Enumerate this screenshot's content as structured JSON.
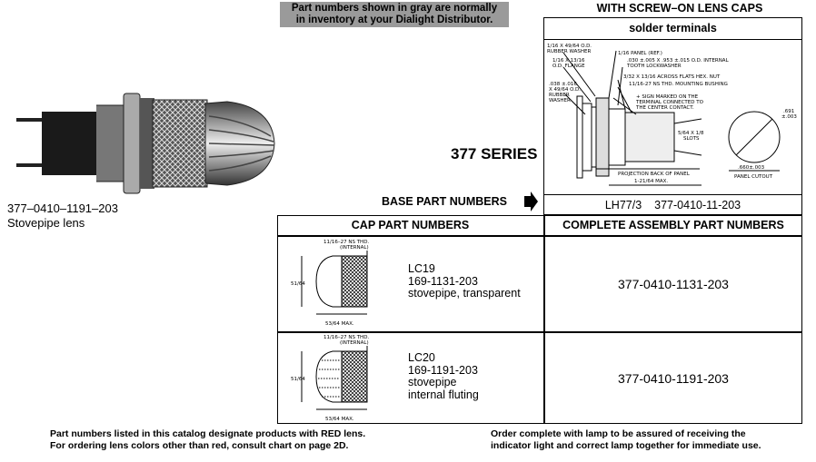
{
  "top_note": {
    "line1": "Part numbers shown in gray are normally",
    "line2": "in inventory at your Dialight Distributor."
  },
  "header_right": "WITH SCREW–ON LENS CAPS",
  "terminal_header": "solder terminals",
  "series_title": "377 SERIES",
  "base_part_label": "BASE PART NUMBERS",
  "base_part_value": {
    "lh": "LH77/3",
    "pn": "377-0410-11-203"
  },
  "photo_caption": {
    "part": "377–0410–1191–203",
    "desc": "Stovepipe lens"
  },
  "cap_header": "CAP PART NUMBERS",
  "assembly_header": "COMPLETE ASSEMBLY PART NUMBERS",
  "rows": [
    {
      "cap_id": "LC19",
      "cap_pn": "169-1131-203",
      "cap_desc1": "stovepipe, transparent",
      "cap_desc2": "",
      "assembly": "377-0410-1131-203",
      "dims": {
        "thread": "11/16–27 NS THD.",
        "internal": "(INTERNAL)",
        "height": "51/64",
        "width": "53/64 MAX."
      }
    },
    {
      "cap_id": "LC20",
      "cap_pn": "169-1191-203",
      "cap_desc1": "stovepipe",
      "cap_desc2": "internal fluting",
      "assembly": "377-0410-1191-203",
      "dims": {
        "thread": "11/16–27 NS THD.",
        "internal": "(INTERNAL)",
        "height": "51/64",
        "width": "53/64 MAX."
      }
    }
  ],
  "drawing_labels": {
    "l1": "1/16 X 49/64 O.D.",
    "l2": "RUBBER WASHER",
    "l3": "1/16 X 13/16",
    "l4": "O.D. FLANGE",
    "l5": ".038 ±.016",
    "l6": "X 49/64 O.D.",
    "l7": "RUBBER",
    "l8": "WASHER",
    "r1": "1/16 PANEL (REF.)",
    "r2": ".030 ±.005 X .953 ±.015 O.D. INTERNAL",
    "r3": "TOOTH LOCKWASHER",
    "r4": "3/32 X 13/16 ACROSS FLATS HEX. NUT",
    "r5": "11/16-27 NS THD. MOUNTING BUSHING",
    "r6": "+ SIGN MARKED ON THE",
    "r7": "TERMINAL CONNECTED TO",
    "r8": "THE CENTER CONTACT.",
    "slots1": "5/64 X 1/8",
    "slots2": "SLOTS",
    "proj": "PROJECTION BACK OF PANEL",
    "proj2": "1-21/64 MAX.",
    "cut1": ".691",
    "cut2": "±.003",
    "cut3": ".660±.003",
    "cut4": "PANEL CUTOUT"
  },
  "footer_left": {
    "line1": "Part numbers listed in this catalog designate products with RED lens.",
    "line2": "For ordering lens colors other than red, consult chart on page 2D."
  },
  "footer_right": {
    "line1": "Order complete with lamp to be assured of receiving the",
    "line2": "indicator light and correct lamp together for immediate use."
  }
}
